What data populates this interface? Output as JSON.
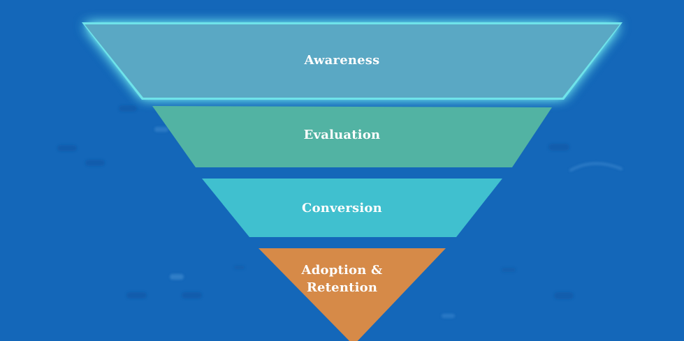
{
  "diagram": {
    "type": "funnel",
    "background_color": "#1467b9",
    "highlight_glow_color": "#6fe3ea",
    "stages": [
      {
        "label": "Awareness",
        "color": "#5aa8c4",
        "highlighted": true
      },
      {
        "label": "Evaluation",
        "color": "#52b3a3",
        "highlighted": false
      },
      {
        "label": "Conversion",
        "color": "#40c0cf",
        "highlighted": false
      },
      {
        "label": "Adoption &\nRetention",
        "color": "#d68a48",
        "highlighted": false
      }
    ]
  }
}
